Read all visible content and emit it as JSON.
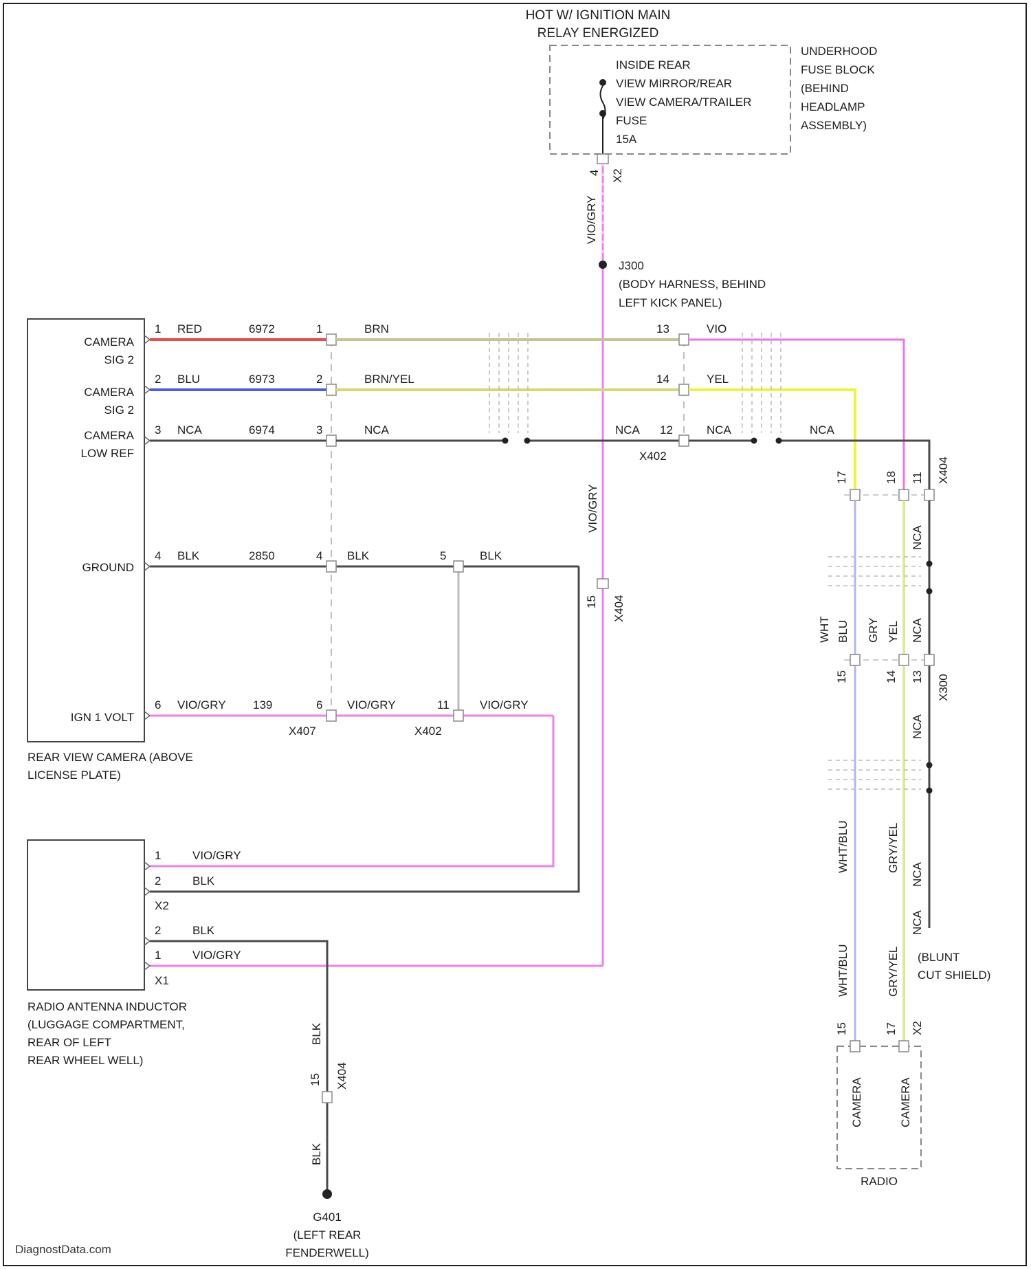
{
  "header": {
    "hot_label": [
      "HOT W/ IGNITION MAIN",
      "RELAY ENERGIZED"
    ]
  },
  "fuse": {
    "lines": [
      "INSIDE REAR",
      "VIEW MIRROR/REAR",
      "VIEW CAMERA/TRAILER",
      "FUSE",
      "15A"
    ],
    "block": [
      "UNDERHOOD",
      "FUSE BLOCK",
      "(BEHIND",
      "HEADLAMP",
      "ASSEMBLY)"
    ],
    "pin": "4",
    "conn": "X2"
  },
  "feed": {
    "wire": "VIO/GRY",
    "splice": [
      "J300",
      "(BODY HARNESS, BEHIND",
      "LEFT KICK PANEL)"
    ],
    "lower_wire": "VIO/GRY",
    "lower_pin": "15",
    "lower_conn": "X404"
  },
  "camera": {
    "pins": [
      {
        "label": [
          "CAMERA",
          "SIG 2"
        ],
        "pin": "1",
        "color": "RED",
        "circuit": "6972"
      },
      {
        "label": [
          "CAMERA",
          "SIG 2"
        ],
        "pin": "2",
        "color": "BLU",
        "circuit": "6973"
      },
      {
        "label": [
          "CAMERA",
          "LOW REF"
        ],
        "pin": "3",
        "color": "NCA",
        "circuit": "6974"
      },
      {
        "label": [
          "GROUND"
        ],
        "pin": "4",
        "color": "BLK",
        "circuit": "2850"
      },
      {
        "label": [
          "IGN 1 VOLT"
        ],
        "pin": "6",
        "color": "VIO/GRY",
        "circuit": "139"
      }
    ],
    "caption": [
      "REAR VIEW CAMERA (ABOVE",
      "LICENSE PLATE)"
    ]
  },
  "inline_x407": {
    "pins": [
      "1",
      "2",
      "3",
      "4",
      "6"
    ],
    "colors": [
      "BRN",
      "BRN/YEL",
      "NCA",
      "BLK",
      "VIO/GRY"
    ],
    "conn": "X407"
  },
  "inline_x402": {
    "ground_pin": "5",
    "ground_color": "BLK",
    "ign_pin": "11",
    "ign_color": "VIO/GRY",
    "conn": "X402"
  },
  "inline_x402_right": {
    "pins": [
      "13",
      "14",
      "12"
    ],
    "colors": [
      "VIO",
      "YEL",
      "NCA"
    ],
    "nca_left": "NCA",
    "nca_right": "NCA",
    "conn": "X402"
  },
  "radio_column": {
    "upper_pins": [
      "17",
      "18",
      "11"
    ],
    "upper_conn": "X404",
    "mid_labels": [
      "BLU",
      "GRY",
      "NCA",
      "NCA",
      "WHT",
      "YEL"
    ],
    "lower_pins": [
      "15",
      "14",
      "13"
    ],
    "lower_conn": "X300",
    "low_labels": [
      "WHT/BLU",
      "GRY/YEL",
      "NCA",
      "NCA",
      "WHT/BLU",
      "GRY/YEL"
    ],
    "drain": [
      "(BLUNT",
      "CUT SHIELD)"
    ],
    "radio_pins": [
      "15",
      "17"
    ],
    "radio_conn": "X2",
    "radio_terms": [
      "CAMERA",
      "CAMERA"
    ],
    "radio_caption": "RADIO"
  },
  "antenna": {
    "x2_pins": [
      {
        "pin": "1",
        "color": "VIO/GRY"
      },
      {
        "pin": "2",
        "color": "BLK"
      }
    ],
    "x2_conn": "X2",
    "x1_pins": [
      {
        "pin": "2",
        "color": "BLK"
      },
      {
        "pin": "1",
        "color": "VIO/GRY"
      }
    ],
    "x1_conn": "X1",
    "caption": [
      "RADIO ANTENNA INDUCTOR",
      "(LUGGAGE COMPARTMENT,",
      "REAR OF LEFT",
      "REAR WHEEL WELL)"
    ]
  },
  "ground": {
    "wire_upper": "BLK",
    "pin": "15",
    "conn": "X404",
    "wire_lower": "BLK",
    "point": [
      "G401",
      "(LEFT REAR",
      "FENDERWELL)"
    ]
  },
  "footer": {
    "credit": "DiagnostData.com"
  },
  "colors": {
    "vio_gry": "#f07ef0",
    "red": "#ee4a4a",
    "blu": "#4a5cf0",
    "blk": "#4a4a4a",
    "gry": "#9a9a9a",
    "brn": "#c8c396",
    "brn_yel": "#d8d870",
    "yel": "#f2f23a",
    "vio": "#ee72ee",
    "wht_blu": "#b4b4ee",
    "gry_yel": "#dcec96"
  }
}
